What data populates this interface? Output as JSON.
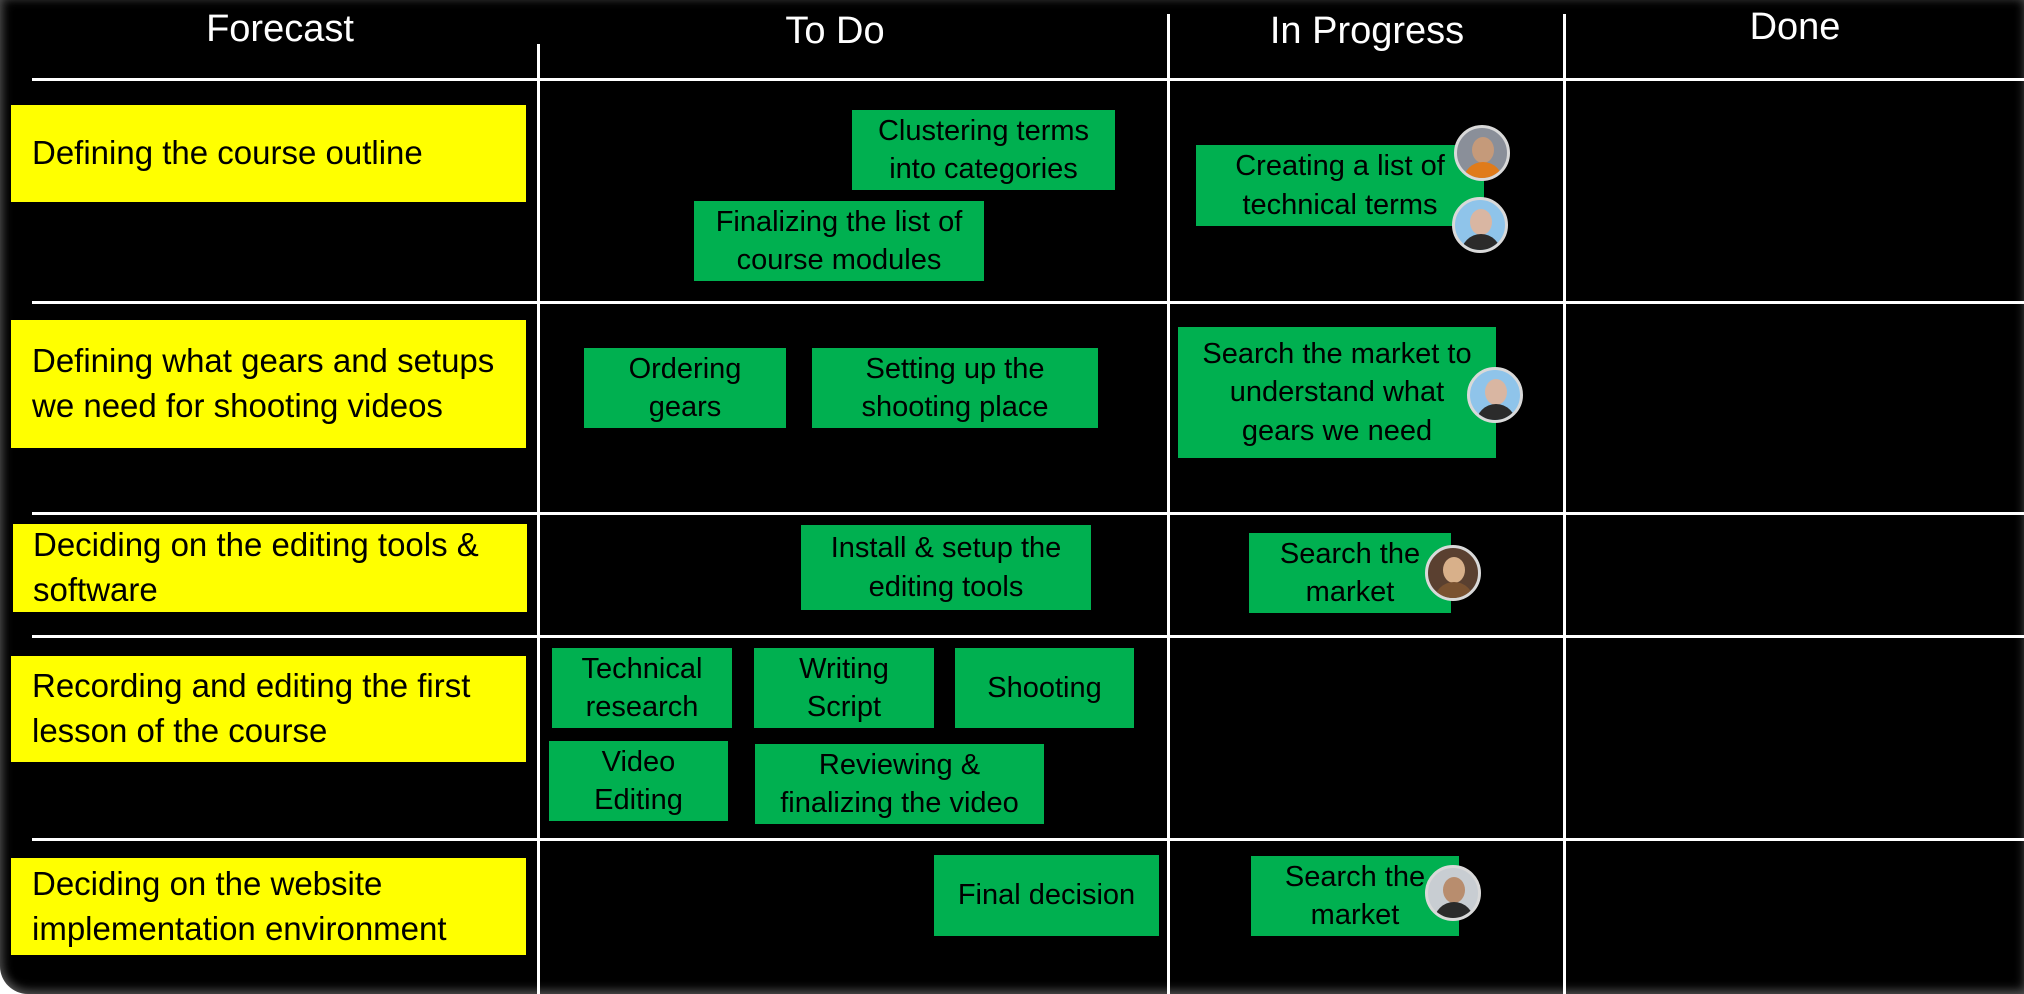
{
  "columns": {
    "forecast": "Forecast",
    "todo": "To Do",
    "in_progress": "In Progress",
    "done": "Done"
  },
  "rows": [
    {
      "forecast": "Defining the course outline",
      "todo": [
        "Clustering terms\ninto categories",
        "Finalizing the list of\ncourse modules"
      ],
      "in_progress": [
        "Creating a list of\ntechnical terms"
      ]
    },
    {
      "forecast": "Defining what gears and setups\nwe need for shooting videos",
      "todo": [
        "Ordering\ngears",
        "Setting up the\nshooting place"
      ],
      "in_progress": [
        "Search the market to\nunderstand what\ngears we need"
      ]
    },
    {
      "forecast": "Deciding on the editing tools &\nsoftware",
      "todo": [
        "Install & setup the\nediting tools"
      ],
      "in_progress": [
        "Search the\nmarket"
      ]
    },
    {
      "forecast": "Recording and editing the first\nlesson of the course",
      "todo": [
        "Technical\nresearch",
        "Writing\nScript",
        "Shooting",
        "Video\nEditing",
        "Reviewing &\nfinalizing the video"
      ],
      "in_progress": []
    },
    {
      "forecast": "Deciding on the website\nimplementation environment",
      "todo": [
        "Final decision"
      ],
      "in_progress": [
        "Search the\nmarket"
      ]
    }
  ],
  "colors": {
    "background": "#000000",
    "grid_lines": "#ffffff",
    "forecast_card": "#ffff00",
    "task_card": "#00b050"
  },
  "icons": {
    "avatar": "user-avatar-icon"
  }
}
